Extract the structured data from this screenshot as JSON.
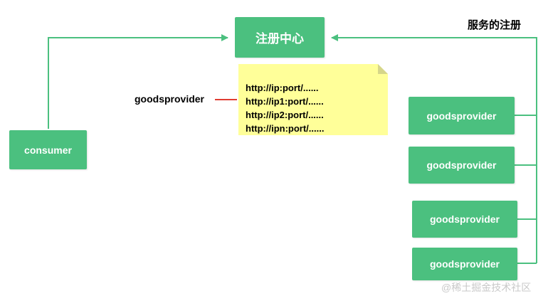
{
  "registry": {
    "label": "注册中心"
  },
  "consumer": {
    "label": "consumer"
  },
  "registration_caption": "服务的注册",
  "annotation_label": "goodsprovider",
  "address_note": {
    "lines": [
      "http://ip:port/......",
      "http://ip1:port/......",
      "http://ip2:port/......",
      "http://ipn:port/......"
    ]
  },
  "providers": [
    {
      "label": "goodsprovider"
    },
    {
      "label": "goodsprovider"
    },
    {
      "label": "goodsprovider"
    },
    {
      "label": "goodsprovider"
    }
  ],
  "watermark": "@稀土掘金技术社区",
  "colors": {
    "node_fill": "#4bc07f",
    "connector": "#4bc07f",
    "note_fill": "#ffff99",
    "annotation_line": "#e03c31"
  }
}
